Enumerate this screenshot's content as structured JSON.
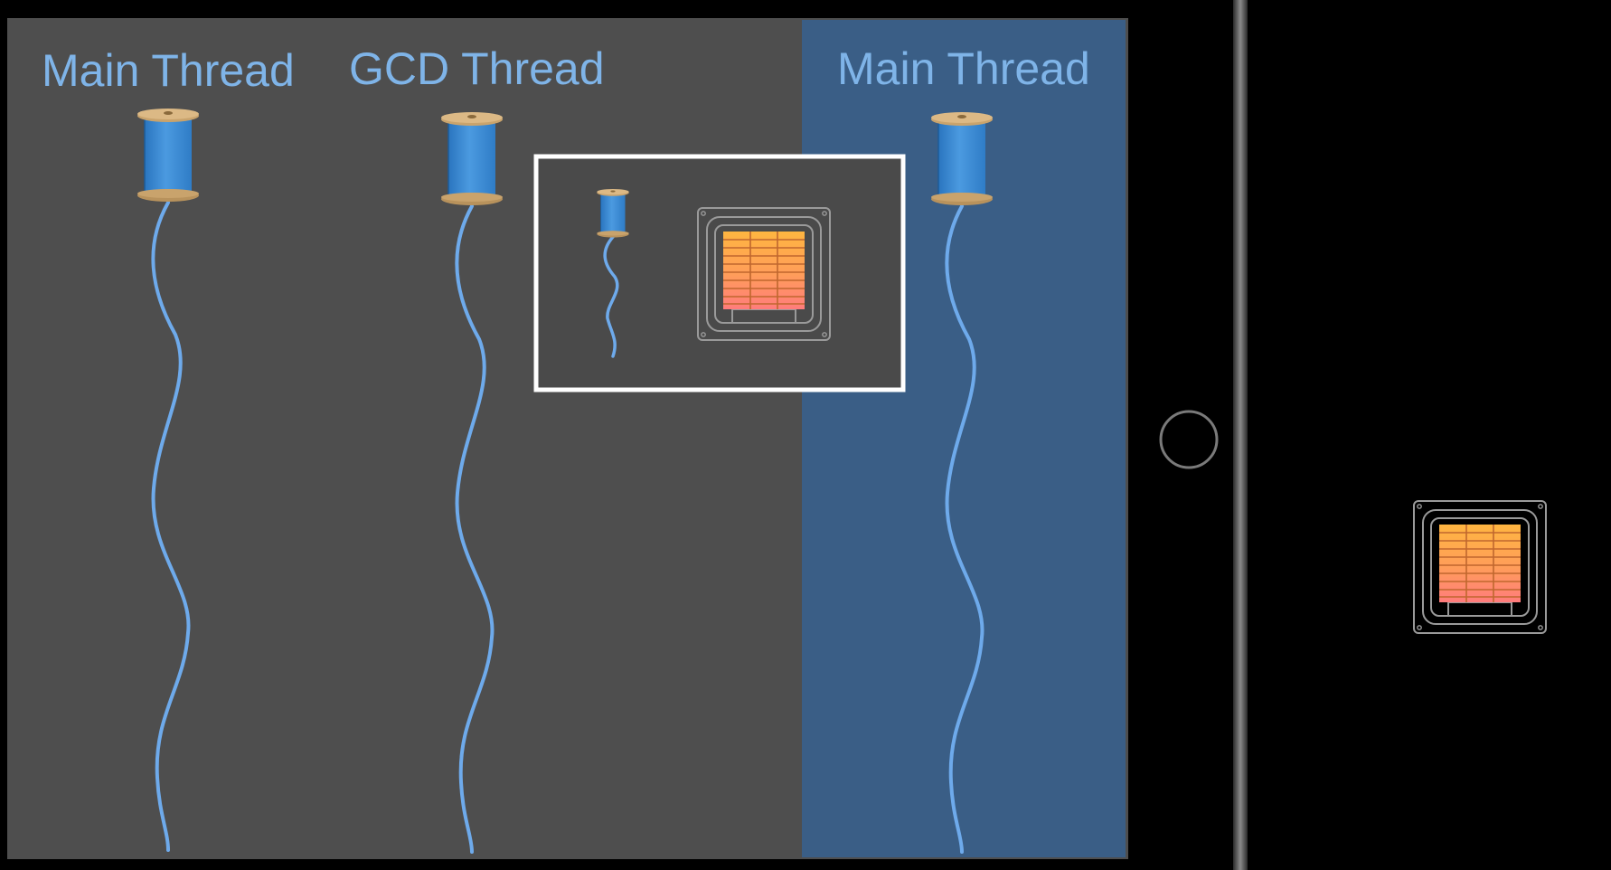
{
  "slide": {
    "columns": [
      {
        "label": "Main Thread",
        "highlighted": false
      },
      {
        "label": "GCD Thread",
        "highlighted": false
      },
      {
        "label": "Main Thread",
        "highlighted": true
      }
    ],
    "inset_items": [
      "spool-icon",
      "cpu-chip-icon"
    ],
    "device": {
      "type": "tablet",
      "orientation": "landscape",
      "home_button": true
    },
    "external_item": "cpu-chip-icon"
  },
  "colors": {
    "background": "#000000",
    "panel": "#4e4e4e",
    "highlight_column": "#3a5e86",
    "label": "#7fb4e8",
    "thread_line": "#6eaaeb",
    "spool_body": "#3d8fd6",
    "spool_cap": "#c9a36c",
    "inset_border": "#ffffff",
    "chip_grid_top": "#ffb640",
    "chip_grid_bottom": "#ff8a78"
  }
}
